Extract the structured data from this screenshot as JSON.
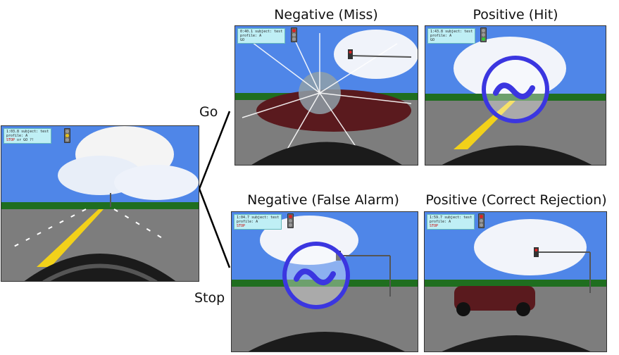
{
  "branches": {
    "go": "Go",
    "stop": "Stop"
  },
  "titles": {
    "miss": "Negative (Miss)",
    "hit": "Positive (Hit)",
    "false_alarm": "Negative (False Alarm)",
    "correct_rejection": "Positive (Correct Rejection)"
  },
  "hud": {
    "start": {
      "line1": "1:03.8  subject: test",
      "line2": "profile: A",
      "line3_red": "STOP",
      "line3_rest": " or GO ?!"
    },
    "miss": {
      "line1": "0:40.1  subject: test",
      "line2": "profile: A",
      "line3_red": "",
      "line3_rest": "GO"
    },
    "hit": {
      "line1": "1:43.8  subject: test",
      "line2": "profile: A",
      "line3_red": "",
      "line3_rest": "GO"
    },
    "fa": {
      "line1": "1:04.7  subject: test",
      "line2": "profile: A",
      "line3_red": "STOP",
      "line3_rest": ""
    },
    "cr": {
      "line1": "1:59.7  subject: test",
      "line2": "profile: A",
      "line3_red": "STOP",
      "line3_rest": ""
    }
  },
  "colors": {
    "sky": "#4f86e8",
    "grass": "#1f6e1f",
    "road": "#7d7d7d",
    "lane": "#f2d11a",
    "smiley": "#3b36e0",
    "car": "#5a1a1e"
  }
}
